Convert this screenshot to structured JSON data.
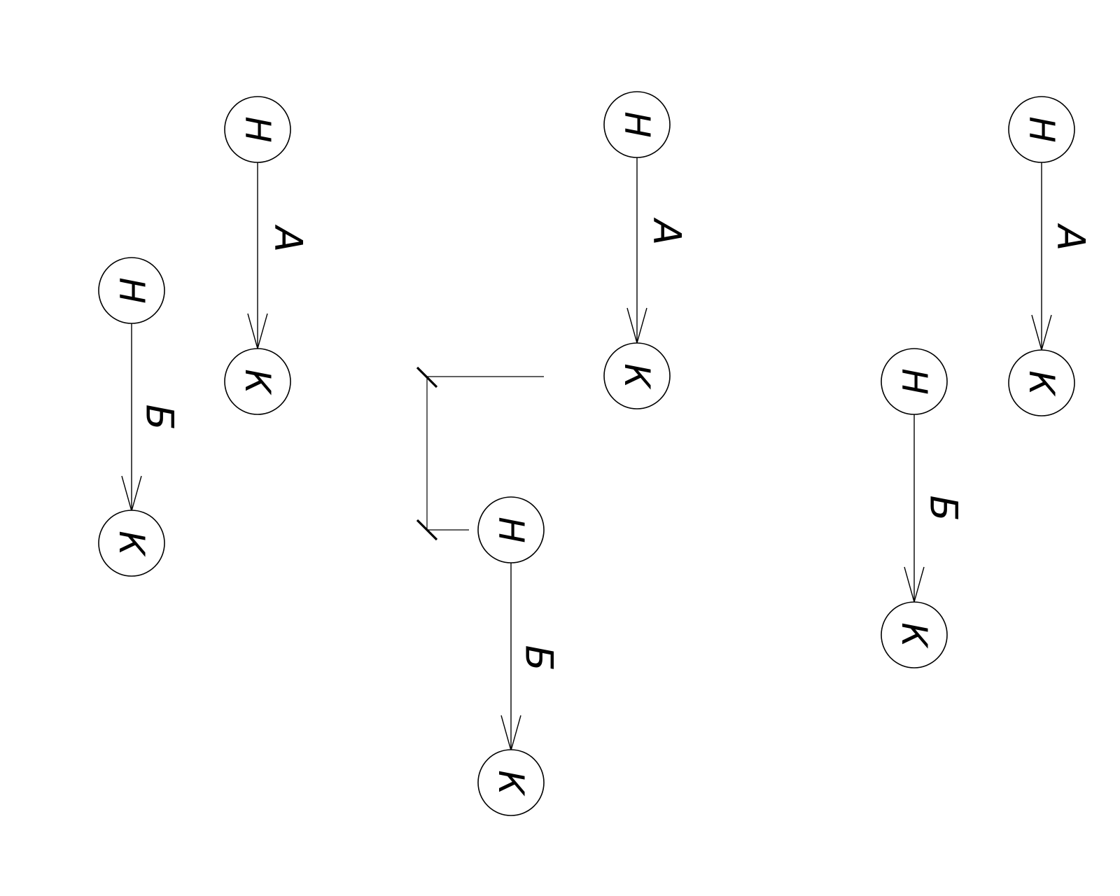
{
  "groups": [
    {
      "id": "left",
      "edges": [
        {
          "start_label": "Н",
          "end_label": "К",
          "edge_label": "А"
        },
        {
          "start_label": "Н",
          "end_label": "К",
          "edge_label": "Б"
        }
      ]
    },
    {
      "id": "middle",
      "edges": [
        {
          "start_label": "Н",
          "end_label": "К",
          "edge_label": "А"
        },
        {
          "start_label": "Н",
          "end_label": "К",
          "edge_label": "Б"
        }
      ]
    },
    {
      "id": "right",
      "edges": [
        {
          "start_label": "Н",
          "end_label": "К",
          "edge_label": "А"
        },
        {
          "start_label": "Н",
          "end_label": "К",
          "edge_label": "Б"
        }
      ]
    }
  ],
  "colors": {
    "stroke": "#000000",
    "background": "#ffffff"
  }
}
